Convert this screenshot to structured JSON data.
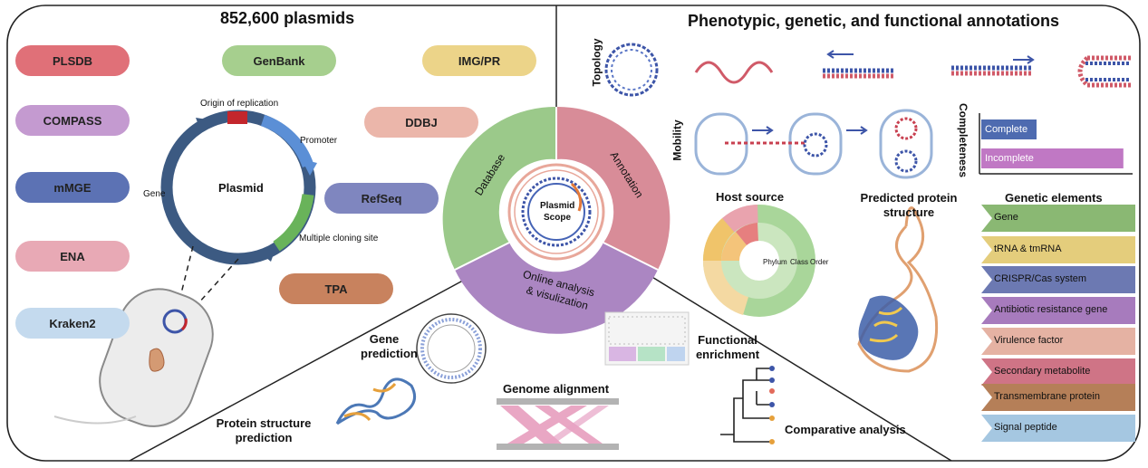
{
  "sources": {
    "title": "852,600 plasmids",
    "items": [
      {
        "label": "PLSDB",
        "color": "#e07078"
      },
      {
        "label": "GenBank",
        "color": "#a6cf8e"
      },
      {
        "label": "IMG/PR",
        "color": "#ecd489"
      },
      {
        "label": "COMPASS",
        "color": "#c49ad0"
      },
      {
        "label": "DDBJ",
        "color": "#ebb6aa"
      },
      {
        "label": "mMGE",
        "color": "#5c72b4"
      },
      {
        "label": "RefSeq",
        "color": "#7f86bf"
      },
      {
        "label": "ENA",
        "color": "#e8a9b5"
      },
      {
        "label": "TPA",
        "color": "#c8825e"
      },
      {
        "label": "Kraken2",
        "color": "#c4daee"
      }
    ]
  },
  "plasmid_map": {
    "center": "Plasmid",
    "origin": "Origin of replication",
    "promoter": "Promoter",
    "gene": "Gene",
    "mcs": "Multiple cloning site"
  },
  "annotations": {
    "title": "Phenotypic, genetic, and functional annotations",
    "topology": "Topology",
    "mobility": "Mobility",
    "completeness": {
      "title": "Completeness",
      "bars": [
        {
          "label": "Complete",
          "value": 0.37,
          "color": "#4e6bb0"
        },
        {
          "label": "Incomplete",
          "value": 0.95,
          "color": "#c078c4"
        }
      ]
    },
    "host_source": {
      "title": "Host source",
      "ring_labels": [
        "Phylum",
        "Class",
        "Order"
      ]
    },
    "predicted_structure": "Predicted protein structure",
    "genetic_elements": {
      "title": "Genetic elements",
      "items": [
        {
          "label": "Gene",
          "color": "#8ab873"
        },
        {
          "label": "tRNA & tmRNA",
          "color": "#e4cd7c"
        },
        {
          "label": "CRISPR/Cas system",
          "color": "#6c79b2"
        },
        {
          "label": "Antibiotic resistance gene",
          "color": "#a77bbd"
        },
        {
          "label": "Virulence factor",
          "color": "#e5b2a3"
        },
        {
          "label": "Secondary metabolite",
          "color": "#cf7486"
        },
        {
          "label": "Transmembrane protein",
          "color": "#b57f58"
        },
        {
          "label": "Signal peptide",
          "color": "#a5c7e1"
        }
      ]
    }
  },
  "center": {
    "database": "Database",
    "annotation": "Annotation",
    "online_line1": "Online analysis",
    "online_line2": "& visulization",
    "scope_line1": "Plasmid",
    "scope_line2": "Scope",
    "colors": {
      "database": "#9bc98a",
      "annotation": "#d88c98",
      "online": "#ab86c2"
    }
  },
  "analysis": {
    "gene_prediction": "Gene prediction",
    "protein_structure": "Protein structure prediction",
    "genome_alignment": "Genome alignment",
    "functional_enrichment": "Functional enrichment",
    "comparative": "Comparative analysis"
  }
}
